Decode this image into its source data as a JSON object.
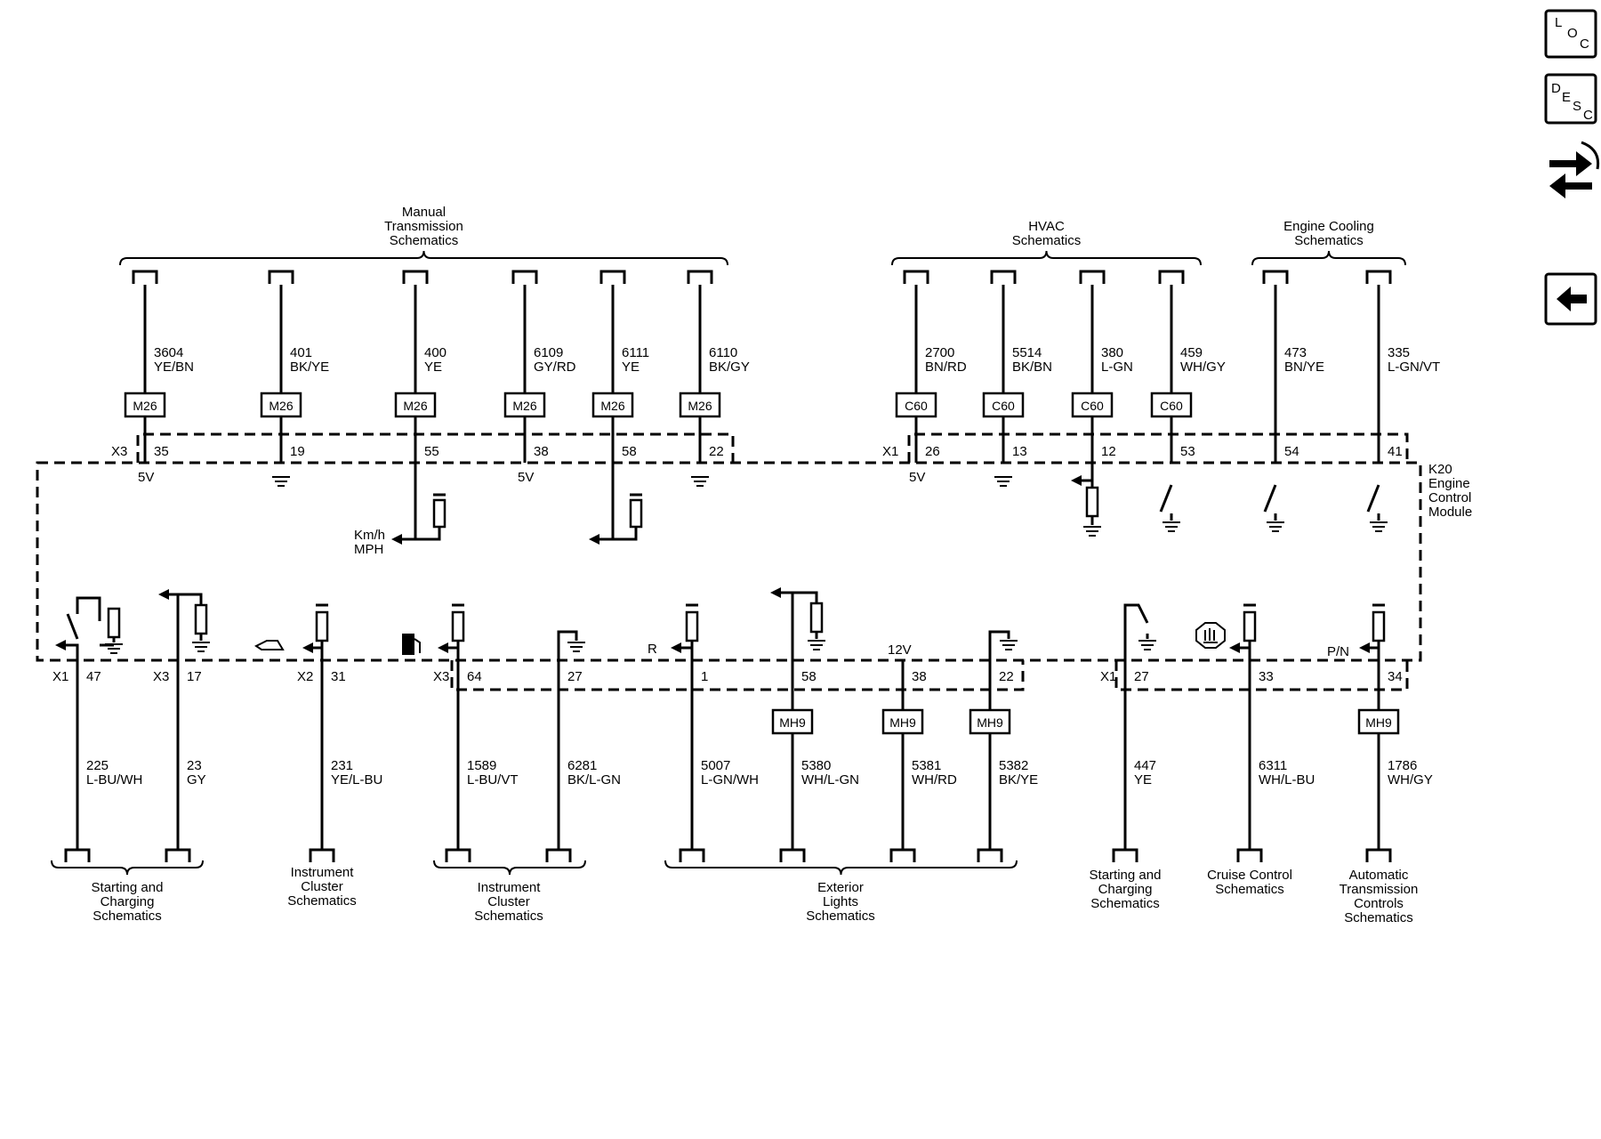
{
  "module": {
    "ref": "K20",
    "lines": [
      "Engine",
      "Control",
      "Module"
    ]
  },
  "nav": {
    "loc": [
      "L",
      "O",
      "C"
    ],
    "desc": [
      "D",
      "E",
      "S",
      "C"
    ]
  },
  "top_groups": [
    {
      "lines": [
        "Manual",
        "Transmission",
        "Schematics"
      ]
    },
    {
      "lines": [
        "HVAC",
        "Schematics"
      ]
    },
    {
      "lines": [
        "Engine Cooling",
        "Schematics"
      ]
    }
  ],
  "top_connectors": [
    {
      "label": "X3"
    },
    {
      "label": "X1"
    }
  ],
  "top_wires": [
    {
      "circuit": "3604",
      "color": "YE/BN",
      "inline": "M26",
      "pin": "35",
      "ref": "5V"
    },
    {
      "circuit": "401",
      "color": "BK/YE",
      "inline": "M26",
      "pin": "19"
    },
    {
      "circuit": "400",
      "color": "YE",
      "inline": "M26",
      "pin": "55"
    },
    {
      "circuit": "6109",
      "color": "GY/RD",
      "inline": "M26",
      "pin": "38",
      "ref": "5V"
    },
    {
      "circuit": "6111",
      "color": "YE",
      "inline": "M26",
      "pin": "58"
    },
    {
      "circuit": "6110",
      "color": "BK/GY",
      "inline": "M26",
      "pin": "22"
    },
    {
      "circuit": "2700",
      "color": "BN/RD",
      "inline": "C60",
      "pin": "26",
      "ref": "5V"
    },
    {
      "circuit": "5514",
      "color": "BK/BN",
      "inline": "C60",
      "pin": "13"
    },
    {
      "circuit": "380",
      "color": "L-GN",
      "inline": "C60",
      "pin": "12"
    },
    {
      "circuit": "459",
      "color": "WH/GY",
      "inline": "C60",
      "pin": "53"
    },
    {
      "circuit": "473",
      "color": "BN/YE",
      "pin": "54"
    },
    {
      "circuit": "335",
      "color": "L-GN/VT",
      "pin": "41"
    }
  ],
  "speed_output": [
    "Km/h",
    "MPH"
  ],
  "bottom_wires": [
    {
      "conn": "X1",
      "pin": "47",
      "circuit": "225",
      "color": "L-BU/WH"
    },
    {
      "conn": "X3",
      "pin": "17",
      "circuit": "23",
      "color": "GY"
    },
    {
      "conn": "X2",
      "pin": "31",
      "circuit": "231",
      "color": "YE/L-BU"
    },
    {
      "conn": "X3",
      "pin": "64",
      "circuit": "1589",
      "color": "L-BU/VT"
    },
    {
      "pin": "27",
      "circuit": "6281",
      "color": "BK/L-GN"
    },
    {
      "pin": "1",
      "circuit": "5007",
      "color": "L-GN/WH",
      "sig": "R"
    },
    {
      "pin": "58",
      "circuit": "5380",
      "color": "WH/L-GN",
      "inline": "MH9"
    },
    {
      "pin": "38",
      "circuit": "5381",
      "color": "WH/RD",
      "inline": "MH9",
      "ref": "12V"
    },
    {
      "pin": "22",
      "circuit": "5382",
      "color": "BK/YE",
      "inline": "MH9"
    },
    {
      "conn": "X1",
      "pin": "27",
      "circuit": "447",
      "color": "YE"
    },
    {
      "pin": "33",
      "circuit": "6311",
      "color": "WH/L-BU"
    },
    {
      "pin": "34",
      "circuit": "1786",
      "color": "WH/GY",
      "inline": "MH9",
      "sig": "P/N"
    }
  ],
  "bottom_groups": [
    {
      "lines": [
        "Starting and",
        "Charging",
        "Schematics"
      ]
    },
    {
      "lines": [
        "Instrument",
        "Cluster",
        "Schematics"
      ]
    },
    {
      "lines": [
        "Instrument",
        "Cluster",
        "Schematics"
      ]
    },
    {
      "lines": [
        "Exterior",
        "Lights",
        "Schematics"
      ]
    },
    {
      "lines": [
        "Starting and",
        "Charging",
        "Schematics"
      ]
    },
    {
      "lines": [
        "Cruise Control",
        "Schematics"
      ]
    },
    {
      "lines": [
        "Automatic",
        "Transmission",
        "Controls",
        "Schematics"
      ]
    }
  ]
}
